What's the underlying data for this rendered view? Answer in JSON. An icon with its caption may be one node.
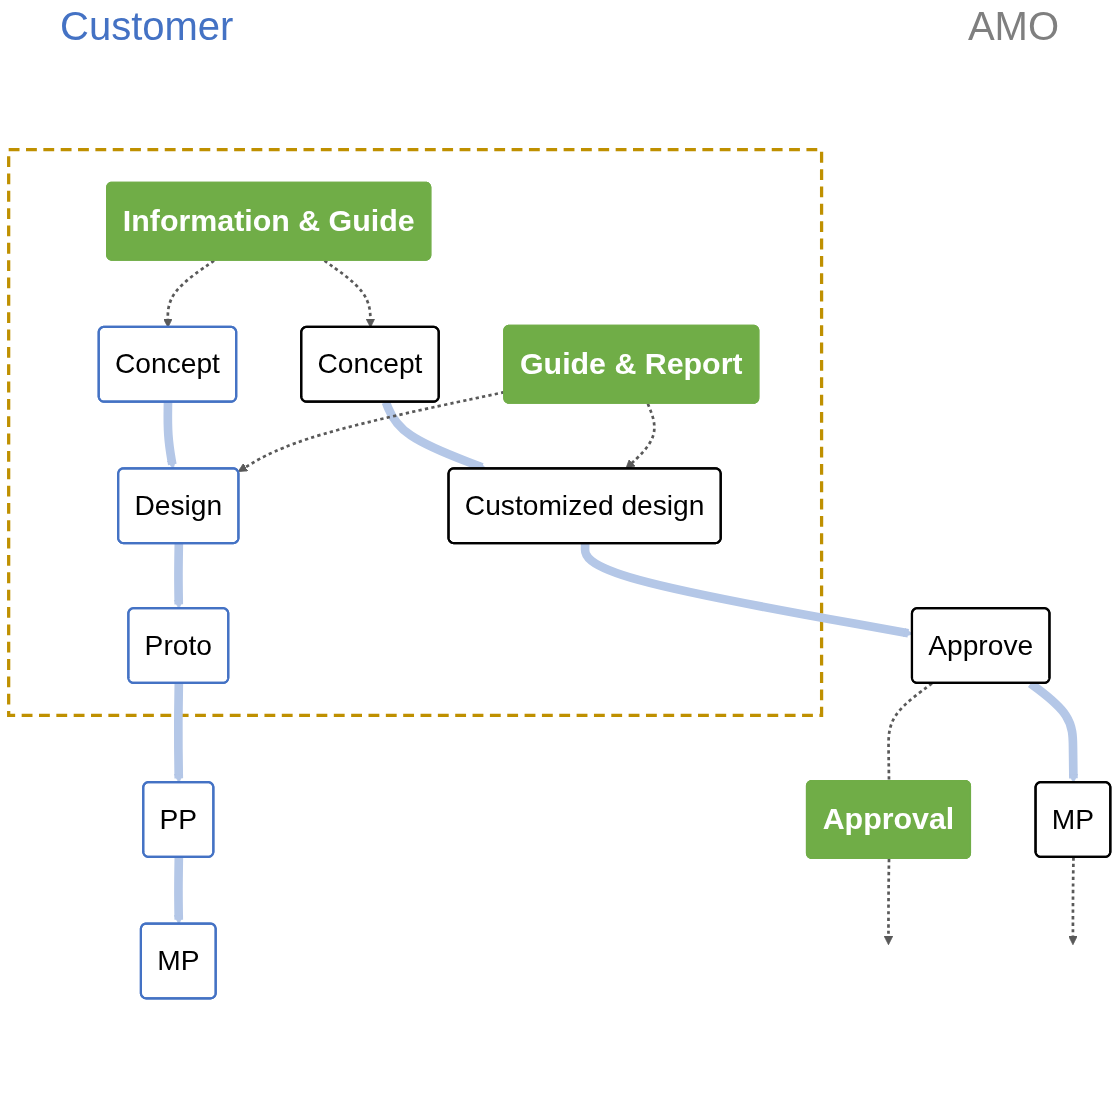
{
  "diagram": {
    "nodes": [
      {
        "text": [],
        "shape": "box"
      },
      {
        "text": [
          "Concept"
        ],
        "in": 0
      },
      {
        "text": [
          "Information & Guide"
        ],
        "in": 0
      },
      {
        "text": [
          "Concept"
        ],
        "in": 0
      },
      {
        "text": [
          "Design"
        ],
        "in": 0
      },
      {
        "text": [
          "Guide & Report"
        ],
        "in": 0
      },
      {
        "text": [
          "Customized design"
        ],
        "in": 0
      },
      {
        "text": [
          "Proto"
        ],
        "in": 0
      },
      {
        "text": [
          "Approval"
        ]
      },
      {
        "text": [
          "Approve"
        ]
      },
      {
        "text": [
          "PP"
        ]
      },
      {
        "text": [
          "MP"
        ]
      },
      {
        "text": [
          "MP"
        ]
      }
    ],
    "edges": [
      {
        "from": 2,
        "to": 1,
        "arrow": "to",
        "style": "dashed"
      },
      {
        "from": 2,
        "to": 3,
        "arrow": "to",
        "style": "dashed"
      },
      {
        "from": 1,
        "to": 4,
        "arrow": "to",
        "style": "thick",
        "color": "#b4c7e7"
      },
      {
        "from": 3,
        "to": 6,
        "arrow": "to",
        "style": "thick",
        "color": "#b4c7e7"
      },
      {
        "from": 5,
        "to": 4,
        "arrow": "to",
        "style": "dashed"
      },
      {
        "from": 5,
        "to": 6,
        "arrow": "to",
        "style": "dashed"
      },
      {
        "from": 4,
        "to": 7,
        "arrow": "to",
        "style": "thick",
        "color": "#b4c7e7"
      },
      {
        "from": 6,
        "to": 9,
        "arrow": "to",
        "style": "thick",
        "color": "#b4c7e7"
      },
      {
        "from": 9,
        "to": 8,
        "arrow": "none",
        "style": "dashed"
      },
      {
        "from": 8,
        "to": null,
        "arrow": "to",
        "style": "dashed"
      },
      {
        "from": 7,
        "to": 10,
        "arrow": "to",
        "style": "thick",
        "color": "#b4c7e7"
      },
      {
        "from": 9,
        "to": 11,
        "arrow": "to",
        "style": "thick",
        "color": "#b4c7e7"
      },
      {
        "from": 11,
        "to": null,
        "arrow": "to",
        "style": "dashed"
      },
      {
        "from": 10,
        "to": 12,
        "arrow": "to",
        "style": "thick",
        "color": "#b4c7e7"
      }
    ],
    "labels": [
      "Customer",
      "AMO"
    ]
  }
}
